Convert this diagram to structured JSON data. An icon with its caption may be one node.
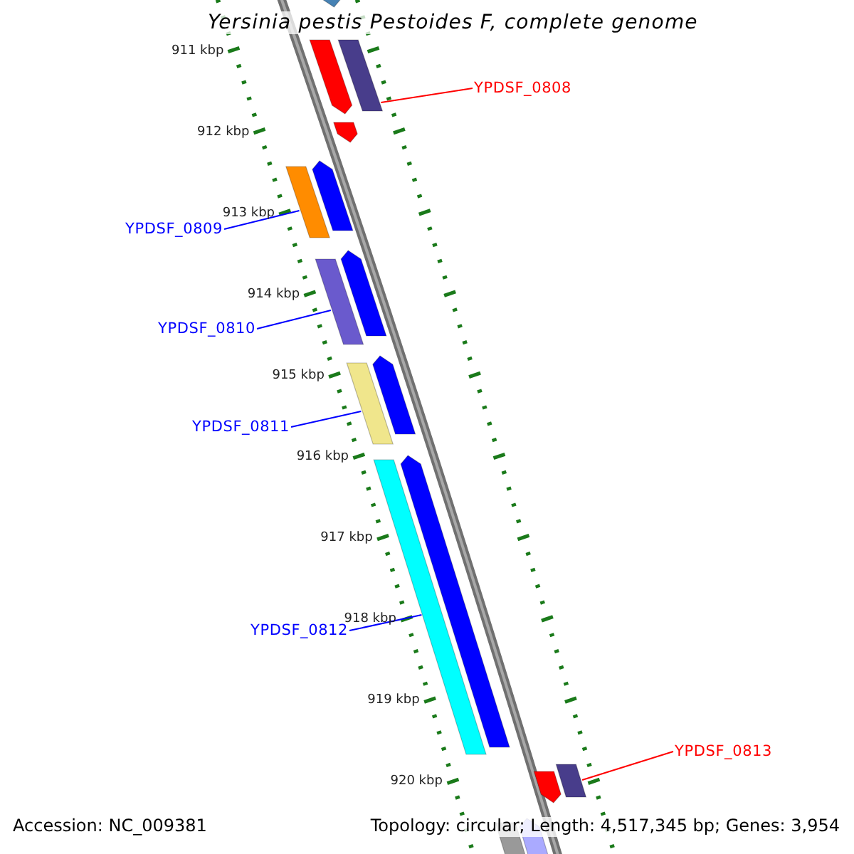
{
  "diagram": {
    "title": "Yersinia pestis Pestoides F, complete genome",
    "nodes": [
      {
        "text": [
          "YPDSF_0808"
        ]
      },
      {
        "text": [],
        "shape": "bar"
      },
      {
        "text": [
          "YPDSF_0809"
        ]
      },
      {
        "text": [],
        "shape": "bar"
      },
      {
        "text": [
          "YPDSF_0810"
        ]
      },
      {
        "text": [],
        "shape": "bar"
      },
      {
        "text": [
          "YPDSF_0811"
        ]
      },
      {
        "text": [],
        "shape": "bar"
      },
      {
        "text": [
          "YPDSF_0812"
        ]
      },
      {
        "text": [],
        "shape": "bar"
      },
      {
        "text": [
          "YPDSF_0813"
        ]
      },
      {
        "text": [],
        "shape": "bar"
      },
      {
        "text": [],
        "shape": "bar"
      },
      {
        "text": [],
        "shape": "bar"
      },
      {
        "text": [],
        "shape": "bar"
      },
      {
        "text": [],
        "shape": "bar"
      },
      {
        "text": [],
        "shape": "bar"
      },
      {
        "text": [],
        "shape": "bar"
      },
      {
        "text": [],
        "shape": "bar"
      },
      {
        "text": [],
        "shape": "bar"
      },
      {
        "text": [],
        "shape": "bar"
      },
      {
        "text": [],
        "shape": "bar"
      }
    ],
    "edges": [
      {
        "from": 0,
        "to": 1,
        "arrow": "none",
        "color": "#ff0000"
      },
      {
        "from": 2,
        "to": 3,
        "arrow": "none"
      },
      {
        "from": 4,
        "to": 5,
        "arrow": "none"
      },
      {
        "from": 6,
        "to": 7,
        "arrow": "none"
      },
      {
        "from": 8,
        "to": 9,
        "arrow": "none"
      },
      {
        "from": 10,
        "to": 11,
        "arrow": "none",
        "color": "#ff0000"
      }
    ],
    "labels": [
      "911 kbp",
      "912 kbp",
      "913 kbp",
      "914 kbp",
      "915 kbp",
      "916 kbp",
      "917 kbp",
      "918 kbp",
      "919 kbp",
      "920 kbp",
      "Accession: NC_009381",
      "Topology: circular; Length: 4,517,345 bp; Genes: 3,954"
    ]
  }
}
